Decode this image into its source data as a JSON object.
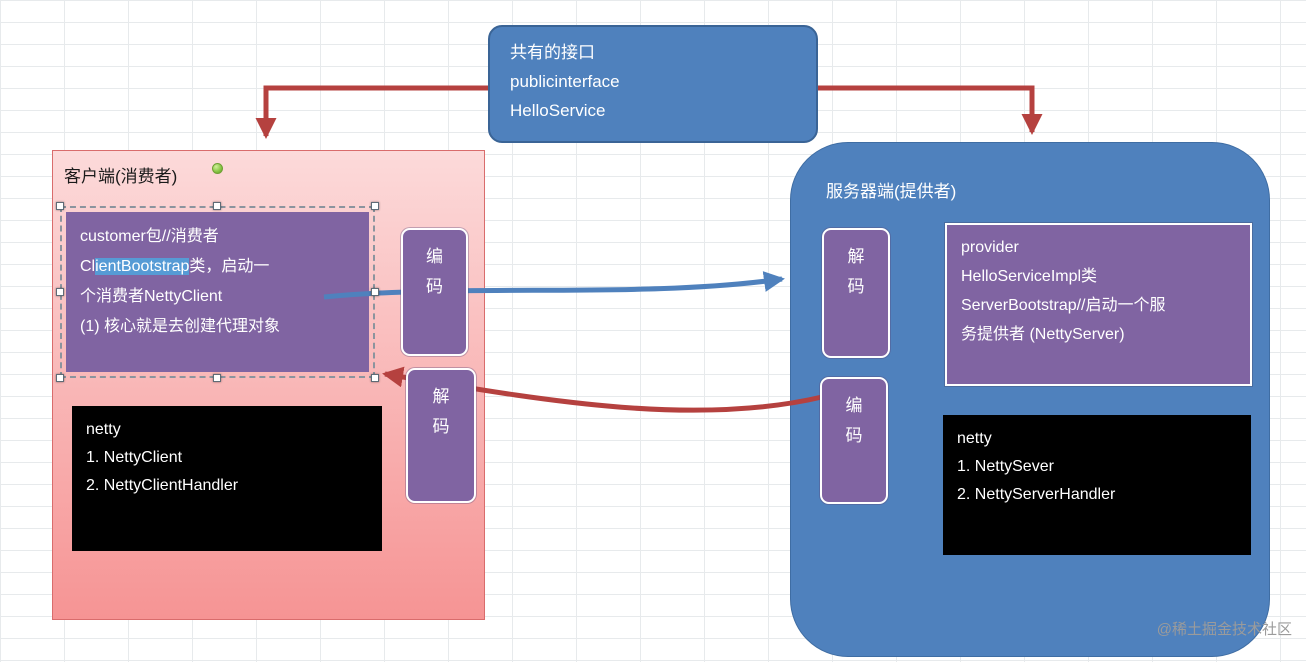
{
  "colors": {
    "blue": "#4f81bd",
    "purple": "#8064a2",
    "arrow_red": "#b5413f",
    "arrow_blue": "#4f81bd",
    "pink_top": "#fcdada",
    "pink_bottom": "#f69494",
    "pink_border": "#d96c6c",
    "highlight": "#569bd5",
    "grid": "#e7eaec",
    "green_handle": "#84c441"
  },
  "shared_interface": {
    "line1": "共有的接口",
    "line2": "publicinterface",
    "line3": "HelloService"
  },
  "client": {
    "title": "客户端(消费者)",
    "encoder": "编码",
    "decoder": "解码",
    "bootstrap": {
      "line1": "customer包//消费者",
      "line2_pre": "Cl",
      "line2_highlight": "ientBootstrap",
      "line2_post": "类，启动一",
      "line3": "个消费者NettyClient",
      "line4": "(1) 核心就是去创建代理对象"
    },
    "netty": {
      "line1": "netty",
      "line2": "1. NettyClient",
      "line3": "2. NettyClientHandler"
    }
  },
  "server": {
    "title": "服务器端(提供者)",
    "decoder": "解码",
    "encoder": "编码",
    "provider": {
      "line1": "provider",
      "line2": "HelloServiceImpl类",
      "line3": "ServerBootstrap//启动一个服",
      "line4": "务提供者 (NettyServer)"
    },
    "netty": {
      "line1": "netty",
      "line2": "1. NettySever",
      "line3": "2. NettyServerHandler"
    }
  },
  "watermark": "@稀土掘金技术社区"
}
